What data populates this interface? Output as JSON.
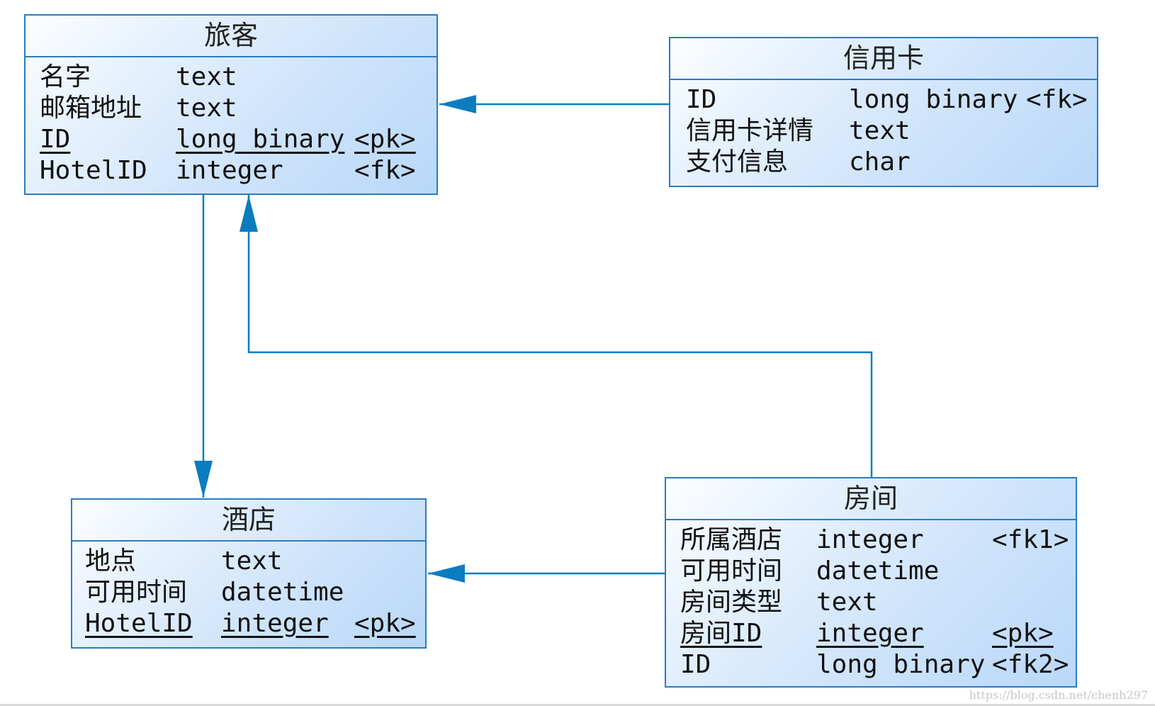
{
  "entities": {
    "traveler": {
      "title": "旅客",
      "rows": [
        {
          "name": "名字",
          "type": "text",
          "key": ""
        },
        {
          "name": "邮箱地址",
          "type": "text",
          "key": ""
        },
        {
          "name": "ID",
          "type": "long binary",
          "key": "<pk>"
        },
        {
          "name": "HotelID",
          "type": "integer",
          "key": "<fk>"
        }
      ]
    },
    "credit_card": {
      "title": "信用卡",
      "rows": [
        {
          "name": "ID",
          "type": "long binary",
          "key": "<fk>"
        },
        {
          "name": "信用卡详情",
          "type": "text",
          "key": ""
        },
        {
          "name": "支付信息",
          "type": "char",
          "key": ""
        }
      ]
    },
    "hotel": {
      "title": "酒店",
      "rows": [
        {
          "name": "地点",
          "type": "text",
          "key": ""
        },
        {
          "name": "可用时间",
          "type": "datetime",
          "key": ""
        },
        {
          "name": "HotelID",
          "type": "integer",
          "key": "<pk>"
        }
      ]
    },
    "room": {
      "title": "房间",
      "rows": [
        {
          "name": "所属酒店",
          "type": "integer",
          "key": "<fk1>"
        },
        {
          "name": "可用时间",
          "type": "datetime",
          "key": ""
        },
        {
          "name": "房间类型",
          "type": "text",
          "key": ""
        },
        {
          "name": "房间ID",
          "type": "integer",
          "key": "<pk>"
        },
        {
          "name": "ID",
          "type": "long binary",
          "key": "<fk2>"
        }
      ]
    }
  },
  "watermark": "https://blog.csdn.net/chenh297",
  "colors": {
    "line": "#0c7cc0",
    "border": "#2a7cc0"
  }
}
